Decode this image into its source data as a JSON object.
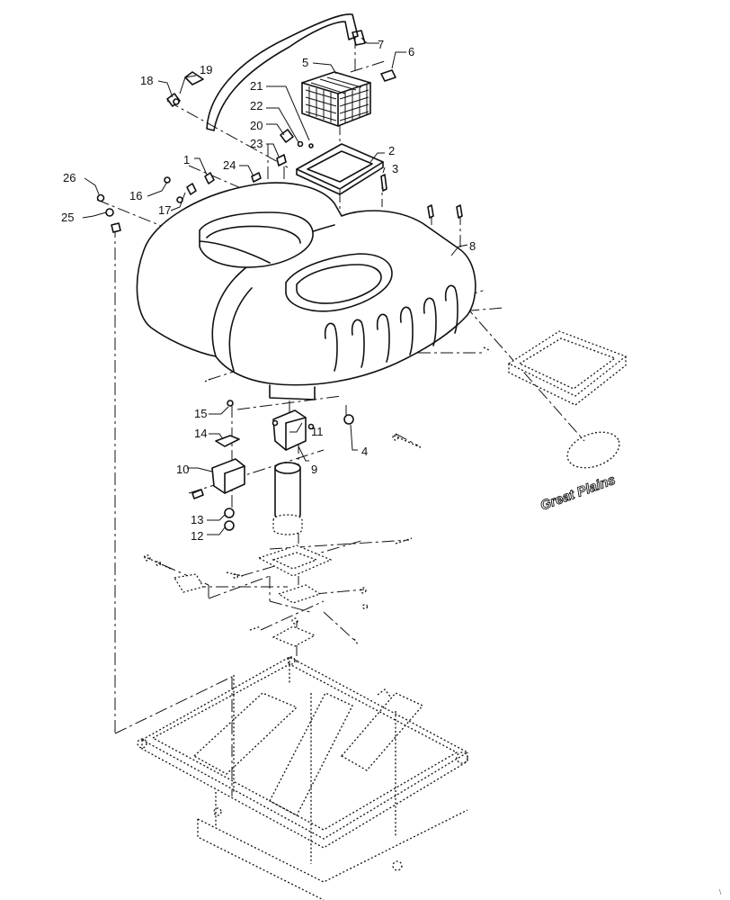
{
  "callouts": [
    "1",
    "2",
    "3",
    "4",
    "5",
    "6",
    "7",
    "8",
    "9",
    "10",
    "11",
    "12",
    "13",
    "14",
    "15",
    "16",
    "17",
    "18",
    "19",
    "20",
    "21",
    "22",
    "23",
    "24",
    "25",
    "26"
  ],
  "logo_text": "Great Plains",
  "corner_mark": "\\"
}
